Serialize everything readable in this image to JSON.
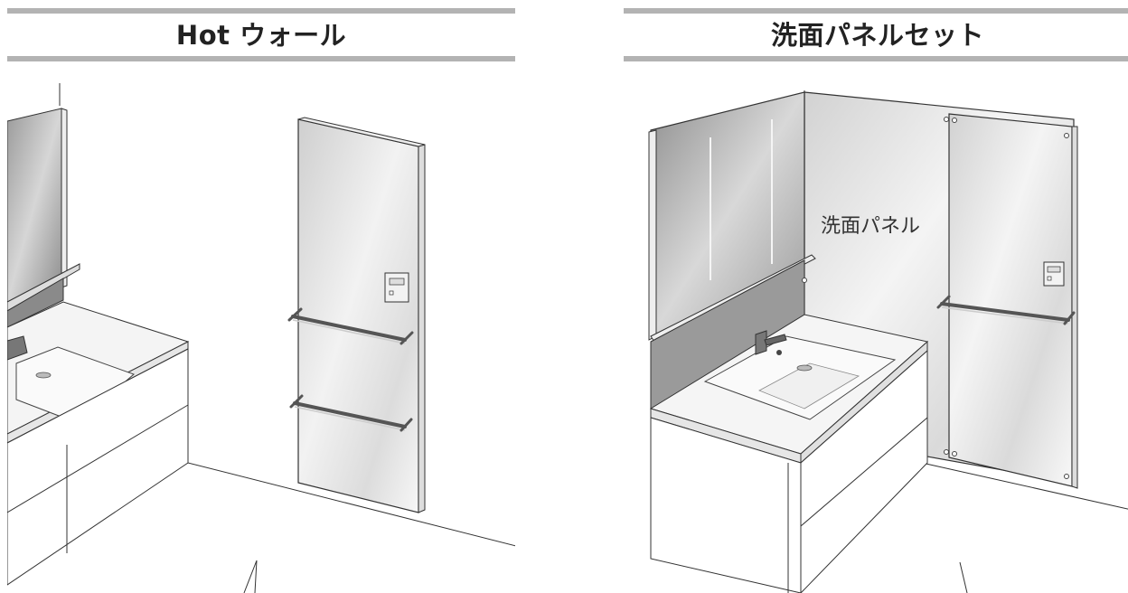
{
  "panels": [
    {
      "title": "Hot ウォール"
    },
    {
      "title": "洗面パネルセット"
    }
  ],
  "callout_label": "洗面パネル"
}
